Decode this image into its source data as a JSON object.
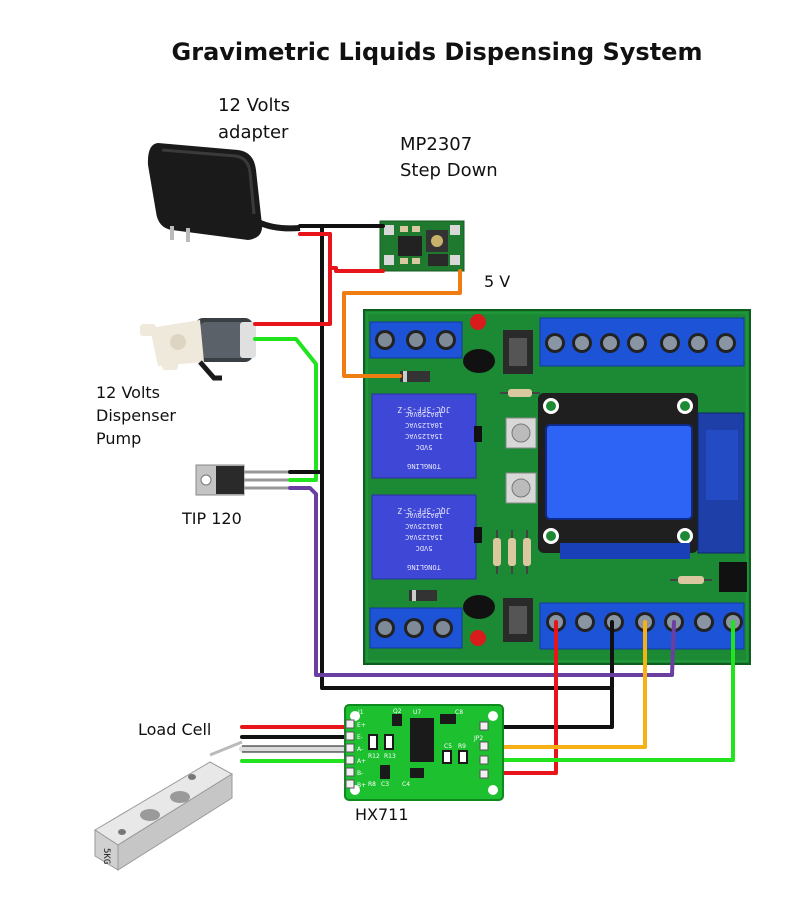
{
  "title": "Gravimetric Liquids Dispensing System",
  "labels": {
    "adapter_line1": "12 Volts",
    "adapter_line2": "adapter",
    "stepdown_line1": "MP2307",
    "stepdown_line2": "Step Down",
    "five_volt": "5 V",
    "pump_line1": "12 Volts",
    "pump_line2": "Dispenser",
    "pump_line3": "Pump",
    "transistor": "TIP 120",
    "load_cell": "Load Cell",
    "amp": "HX711"
  },
  "board_text": {
    "relay_top": "JQC-3FF-S-Z",
    "relay_specs": [
      "10A250VAC",
      "10A125VAC",
      "15A125VAC",
      "5VDC"
    ],
    "relay_brand": "TONGLING",
    "hx_pins_left": [
      "E+",
      "E-",
      "A-",
      "A+",
      "B-",
      "B+"
    ],
    "hx_parts": [
      "J1",
      "Q2",
      "U7",
      "R12",
      "R13",
      "R8",
      "C3",
      "C4",
      "C5",
      "R9",
      "JP2",
      "C8"
    ],
    "loadcell_mark": "5KG"
  },
  "wire_colors": {
    "red": "#e8141b",
    "black": "#111111",
    "green": "#22e41e",
    "orange": "#f07d12",
    "purple": "#6b3fa0",
    "yellow": "#f5b116",
    "white": "#ffffff"
  },
  "component_colors": {
    "board": "#1c8a34",
    "terminal_blue": "#1d53d6",
    "relay_blue": "#3f47d6",
    "lcd": "#2d64f5",
    "hx_green": "#1dc02f"
  }
}
